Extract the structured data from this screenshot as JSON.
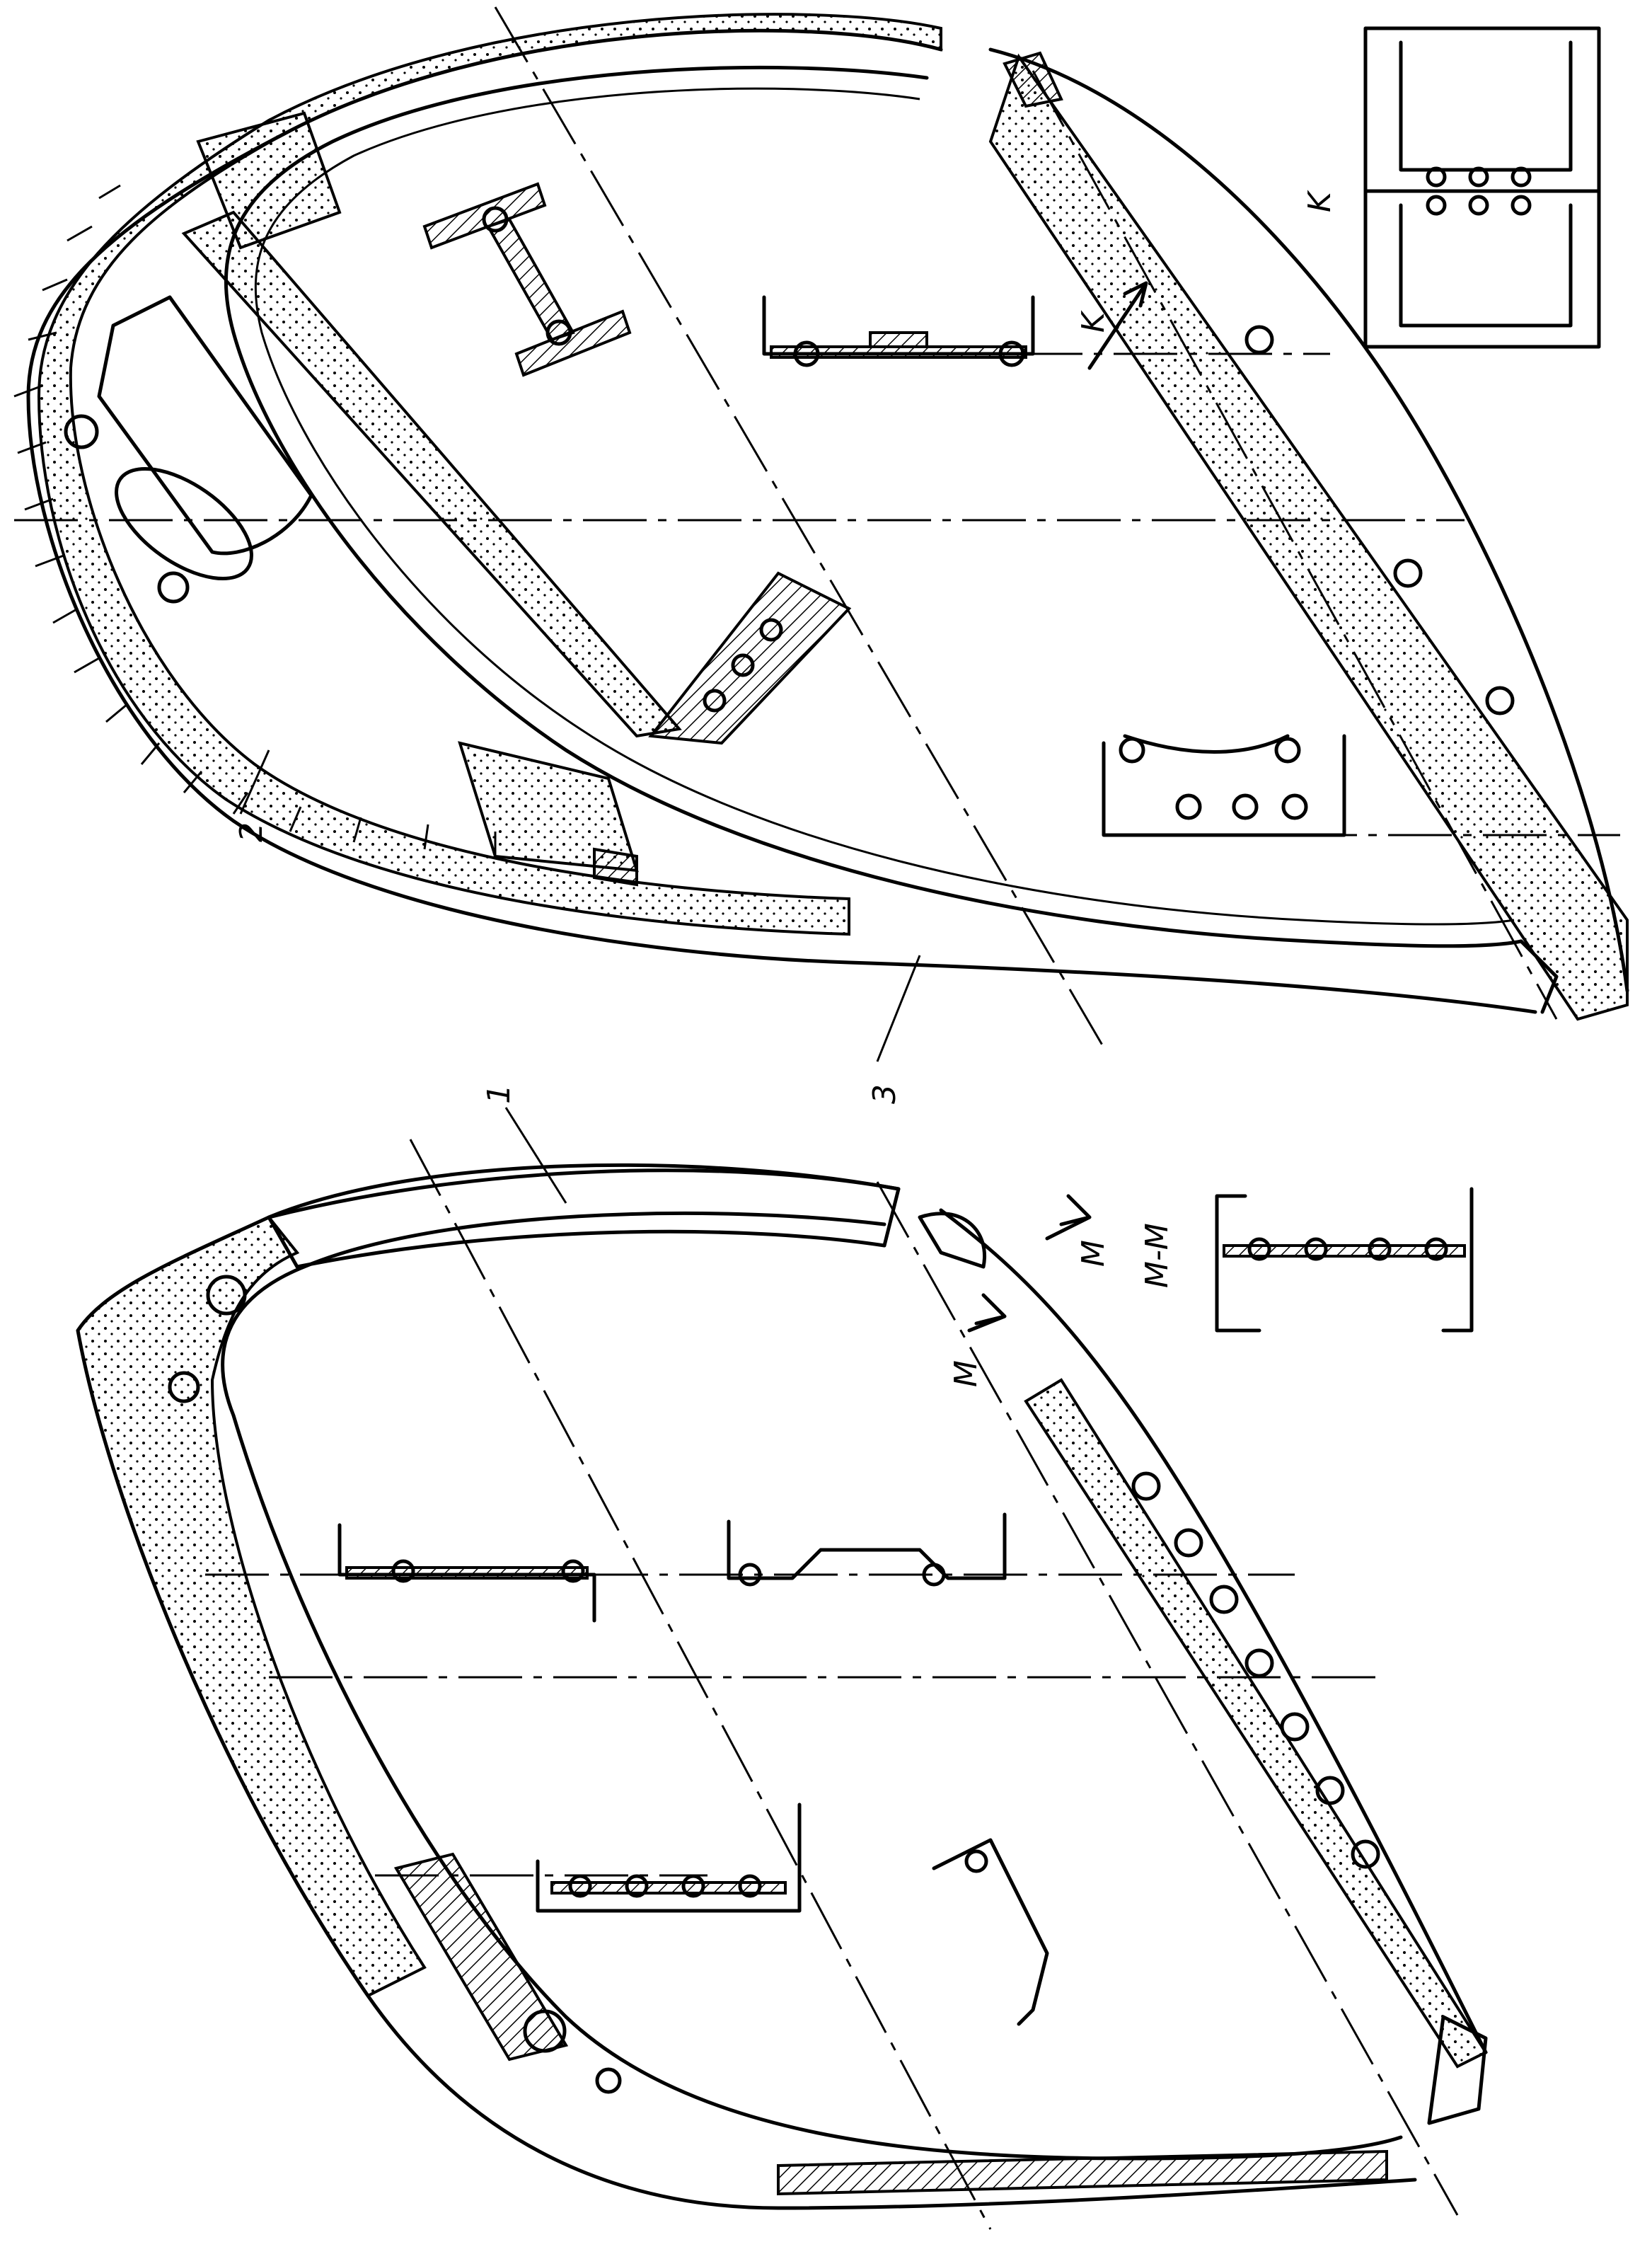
{
  "labels": {
    "part_1": "1",
    "part_2": "2",
    "part_3": "3",
    "view_k": "K",
    "arrow_k": "K",
    "section_mm": "M-M",
    "arrow_m_upper": "M",
    "arrow_m_lower": "M"
  }
}
